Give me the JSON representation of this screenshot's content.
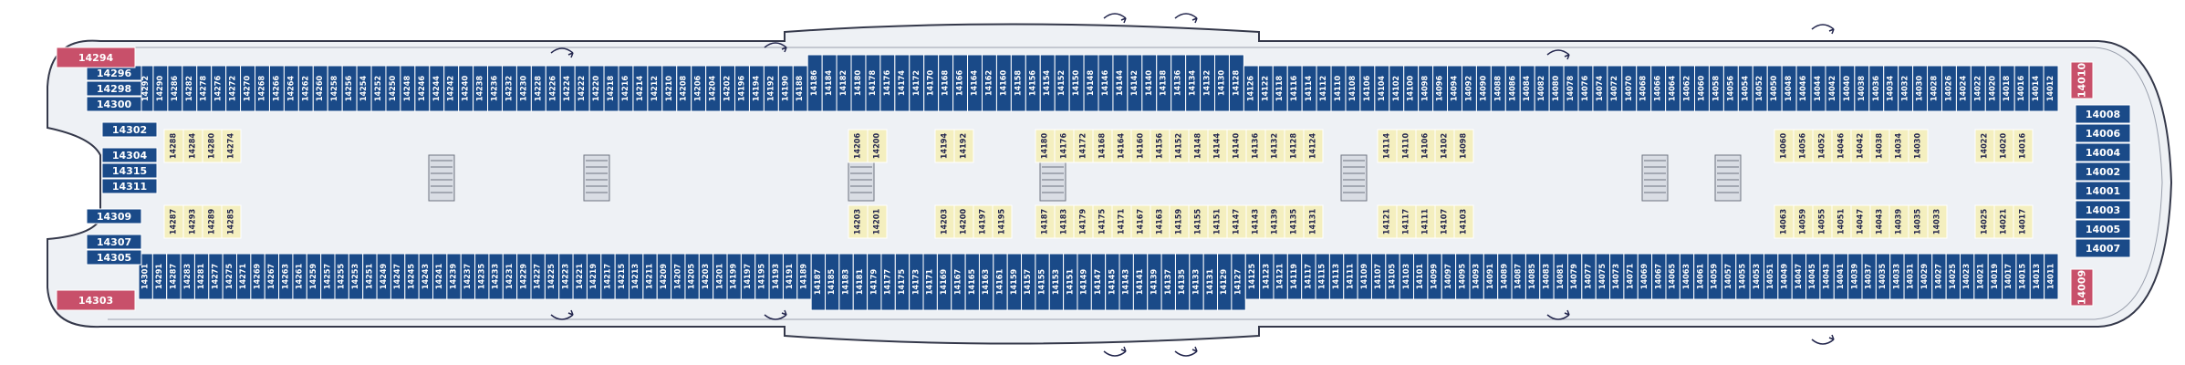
{
  "colors": {
    "balcony": "#1a4a88",
    "inside": "#f4efbf",
    "suite": "#c8506a",
    "hull": "#34384a",
    "corridor": "#eef1f5",
    "stair": "#d9dde4",
    "white": "#ffffff"
  },
  "icons": [
    "arrow-curve-icon",
    "wheelchair-icon",
    "sofa-bed-icon"
  ],
  "suites": [
    {
      "label": "14294"
    },
    {
      "label": "14303"
    },
    {
      "label": "14010"
    },
    {
      "label": "14009"
    }
  ],
  "aft_left": [
    "14296",
    "14298",
    "14300",
    "14302",
    "14304",
    "14315",
    "14311",
    "14309",
    "14307",
    "14305"
  ],
  "fwd_right": [
    "14008",
    "14006",
    "14004",
    "14002",
    "14001",
    "14003",
    "14005",
    "14007"
  ],
  "top_outer": [
    "14292",
    "14290",
    "14286",
    "14282",
    "14278",
    "14276",
    "14272",
    "14270",
    "14268",
    "14266",
    "14264",
    "14262",
    "14260",
    "14258",
    "14256",
    "14254",
    "14252",
    "14250",
    "14248",
    "14246",
    "14244",
    "14242",
    "14240",
    "14238",
    "14236",
    "14232",
    "14230",
    "14228",
    "14226",
    "14224",
    "14222",
    "14220",
    "14218",
    "14216",
    "14214",
    "14212",
    "14210",
    "14208",
    "14206",
    "14204",
    "14202",
    "14196",
    "14194",
    "14192",
    "14190",
    "14188",
    "14186",
    "14184",
    "14182",
    "14180",
    "14178",
    "14176",
    "14174",
    "14172",
    "14170",
    "14168",
    "14166",
    "14164",
    "14162",
    "14160",
    "14158",
    "14156",
    "14154",
    "14152",
    "14150",
    "14148",
    "14146",
    "14144",
    "14142",
    "14140",
    "14138",
    "14136",
    "14134",
    "14132",
    "14130",
    "14128",
    "14126",
    "14122",
    "14118",
    "14116",
    "14114",
    "14112",
    "14110",
    "14108",
    "14106",
    "14104",
    "14102",
    "14100",
    "14098",
    "14096",
    "14094",
    "14092",
    "14090",
    "14088",
    "14086",
    "14084",
    "14082",
    "14080",
    "14078",
    "14076",
    "14074",
    "14072",
    "14070",
    "14068",
    "14066",
    "14064",
    "14062",
    "14060",
    "14058",
    "14056",
    "14054",
    "14052",
    "14050",
    "14048",
    "14046",
    "14044",
    "14042",
    "14040",
    "14038",
    "14036",
    "14034",
    "14032",
    "14030",
    "14028",
    "14026",
    "14024",
    "14022",
    "14020",
    "14018",
    "14016",
    "14014",
    "14012"
  ],
  "bottom_outer": [
    "14301",
    "14291",
    "14287",
    "14283",
    "14281",
    "14277",
    "14275",
    "14271",
    "14269",
    "14267",
    "14263",
    "14261",
    "14259",
    "14257",
    "14255",
    "14253",
    "14251",
    "14249",
    "14247",
    "14245",
    "14243",
    "14241",
    "14239",
    "14237",
    "14235",
    "14233",
    "14231",
    "14229",
    "14227",
    "14225",
    "14223",
    "14221",
    "14219",
    "14217",
    "14215",
    "14213",
    "14211",
    "14209",
    "14207",
    "14205",
    "14203",
    "14201",
    "14199",
    "14197",
    "14195",
    "14193",
    "14191",
    "14189",
    "14187",
    "14185",
    "14183",
    "14181",
    "14179",
    "14177",
    "14175",
    "14173",
    "14171",
    "14169",
    "14167",
    "14165",
    "14163",
    "14161",
    "14159",
    "14157",
    "14155",
    "14153",
    "14151",
    "14149",
    "14147",
    "14145",
    "14143",
    "14141",
    "14139",
    "14137",
    "14135",
    "14133",
    "14131",
    "14129",
    "14127",
    "14125",
    "14123",
    "14121",
    "14119",
    "14117",
    "14115",
    "14113",
    "14111",
    "14109",
    "14107",
    "14105",
    "14103",
    "14101",
    "14099",
    "14097",
    "14095",
    "14093",
    "14091",
    "14089",
    "14087",
    "14085",
    "14083",
    "14081",
    "14079",
    "14077",
    "14075",
    "14073",
    "14071",
    "14069",
    "14067",
    "14065",
    "14063",
    "14061",
    "14059",
    "14057",
    "14055",
    "14053",
    "14051",
    "14049",
    "14047",
    "14045",
    "14043",
    "14041",
    "14039",
    "14037",
    "14035",
    "14033",
    "14031",
    "14029",
    "14027",
    "14025",
    "14023",
    "14021",
    "14019",
    "14017",
    "14015",
    "14013",
    "14011"
  ],
  "top_inner_blocks": [
    [
      "14288",
      "14284",
      "14280",
      "14274"
    ],
    [
      "14206",
      "14200"
    ],
    [
      "14194",
      "14192"
    ],
    [
      "14180",
      "14176",
      "14172",
      "14168",
      "14164",
      "14160",
      "14156",
      "14152",
      "14148",
      "14144",
      "14140",
      "14136",
      "14132",
      "14128",
      "14124"
    ],
    [
      "14114",
      "14110",
      "14106",
      "14102",
      "14098"
    ],
    [
      "14060",
      "14056",
      "14052",
      "14046",
      "14042",
      "14038",
      "14034",
      "14030"
    ],
    [
      "14022",
      "14020",
      "14016"
    ]
  ],
  "bottom_inner_blocks": [
    [
      "14287",
      "14293",
      "14289",
      "14285"
    ],
    [
      "14203",
      "14201"
    ],
    [
      "14203",
      "14200",
      "14197",
      "14195"
    ],
    [
      "14187",
      "14183",
      "14179",
      "14175",
      "14171",
      "14167",
      "14163",
      "14159",
      "14155",
      "14151",
      "14147",
      "14143",
      "14139",
      "14135",
      "14131"
    ],
    [
      "14121",
      "14117",
      "14111",
      "14107",
      "14103"
    ],
    [
      "14063",
      "14059",
      "14055",
      "14051",
      "14047",
      "14043",
      "14039",
      "14035",
      "14033"
    ],
    [
      "14025",
      "14021",
      "14017"
    ]
  ]
}
